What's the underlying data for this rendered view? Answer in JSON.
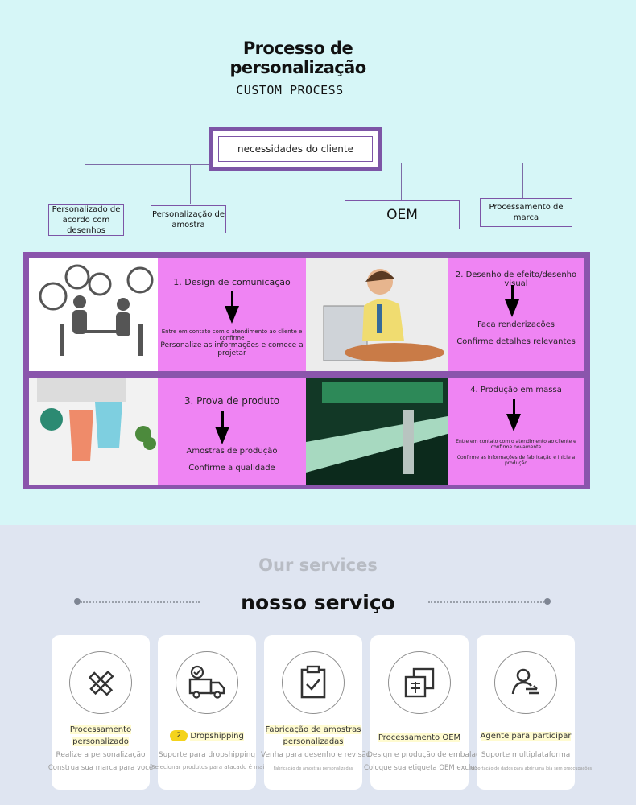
{
  "header": {
    "title": "Processo de personalização",
    "subtitle": "CUSTOM PROCESS"
  },
  "tree": {
    "root": "necessidades do cliente",
    "branches": [
      "Personalizado de acordo com desenhos",
      "Personalização de amostra",
      "OEM",
      "Processamento de marca"
    ]
  },
  "steps": [
    {
      "title": "1. Design de comunicação",
      "lines": [
        "Entre em contato com o atendimento ao cliente e confirme",
        "Personalize as informações e comece a projetar"
      ]
    },
    {
      "title": "2. Desenho de efeito/desenho visual",
      "lines": [
        "Faça renderizações",
        "Confirme detalhes relevantes"
      ]
    },
    {
      "title": "3. Prova de produto",
      "lines": [
        "Amostras de produção",
        "Confirme a qualidade"
      ]
    },
    {
      "title": "4. Produção em massa",
      "lines": [
        "Entre em contato com o atendimento ao cliente e confirme novamente",
        "Confirme as informações de fabricação e inicie a produção"
      ]
    }
  ],
  "services": {
    "title_en": "Our services",
    "title_pt": "nosso serviço",
    "cards": [
      {
        "icon": "ruler-pencil-icon",
        "title": "Processamento personalizado",
        "line1": "Realize a personalização",
        "line2": "Construa sua marca para você"
      },
      {
        "icon": "delivery-truck-icon",
        "badge": "2",
        "title": "Dropshipping",
        "line1": "Suporte para dropshipping",
        "line2": "Selecionar produtos para atacado é mais rápido"
      },
      {
        "icon": "clipboard-check-icon",
        "title": "Fabricação de amostras personalizadas",
        "line1": "Venha para desenho e revisão",
        "line2": "Fabricação de amostras personalizadas"
      },
      {
        "icon": "label-sticker-icon",
        "title": "Processamento OEM",
        "line1": "Design e produção de embalagens",
        "line2": "Coloque sua etiqueta OEM exclusiva"
      },
      {
        "icon": "user-agent-icon",
        "title": "Agente para participar",
        "line1": "Suporte multiplataforma",
        "line2": "Importação de dados para abrir uma loja sem preocupações"
      }
    ]
  },
  "colors": {
    "top_bg": "#d6f6f7",
    "purple": "#8a55ac",
    "pink": "#ef84f3",
    "bottom_bg": "#dfe5f1",
    "badge": "#f4d31c"
  }
}
